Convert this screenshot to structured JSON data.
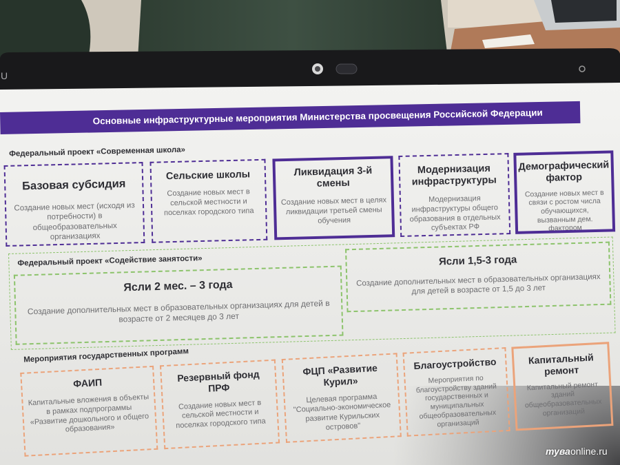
{
  "bezel": {
    "logo_fragment": "U",
    "icons": [
      "webcam-icon",
      "camera-sensor-icon",
      "ambient-light-sensor-icon"
    ]
  },
  "slide": {
    "title": "Основные инфраструктурные мероприятия Министерства просвещения Российской Федерации",
    "sections": [
      {
        "heading": "Федеральный проект «Современная школа»",
        "cards": [
          {
            "title": "Базовая субсидия",
            "description": "Создание новых мест (исходя из потребности) в общеобразовательных организациях"
          },
          {
            "title": "Сельские школы",
            "description": "Создание новых мест в сельской местности и поселках городского типа"
          },
          {
            "title": "Ликвидация 3-й смены",
            "description": "Создание новых мест в целях ликвидации третьей смены обучения"
          },
          {
            "title": "Модернизация инфраструктуры",
            "description": "Модернизация инфраструктуры общего образования в отдельных субъектах РФ"
          },
          {
            "title": "Демографический фактор",
            "description": "Создание новых мест в связи с ростом числа обучающихся, вызванным дем. фактором"
          }
        ]
      },
      {
        "heading": "Федеральный проект «Содействие занятости»",
        "cards": [
          {
            "title": "Ясли 2 мес. – 3 года",
            "description": "Создание дополнительных мест в образовательных организациях для детей в возрасте от 2 месяцев до 3 лет"
          },
          {
            "title": "Ясли 1,5-3 года",
            "description": "Создание дополнительных мест в образовательных организациях для детей в возрасте от 1,5 до 3 лет"
          }
        ]
      },
      {
        "heading": "Мероприятия государственных программ",
        "cards": [
          {
            "title": "ФАИП",
            "description": "Капитальные вложения в объекты в рамках подпрограммы «Развитие дошкольного и общего образования»"
          },
          {
            "title": "Резервный фонд ПРФ",
            "description": "Создание новых мест в сельской местности и поселках городского типа"
          },
          {
            "title": "ФЦП «Развитие Курил»",
            "description": "Целевая программа \"Социально-экономическое развитие Курильских островов\""
          },
          {
            "title": "Благоустройство",
            "description": "Мероприятия по благоустройству зданий государственных и муниципальных общеобразовательных организаций"
          },
          {
            "title": "Капитальный ремонт",
            "description": "Капитальный ремонт зданий общеобразовательных организаций"
          }
        ]
      }
    ]
  },
  "watermark": {
    "prefix": "тува",
    "suffix": "online.ru"
  },
  "colors": {
    "header": "#4e2d95",
    "school_border": "#4e2d95",
    "employment_border": "#8cc36b",
    "programs_border": "#eba37a"
  }
}
